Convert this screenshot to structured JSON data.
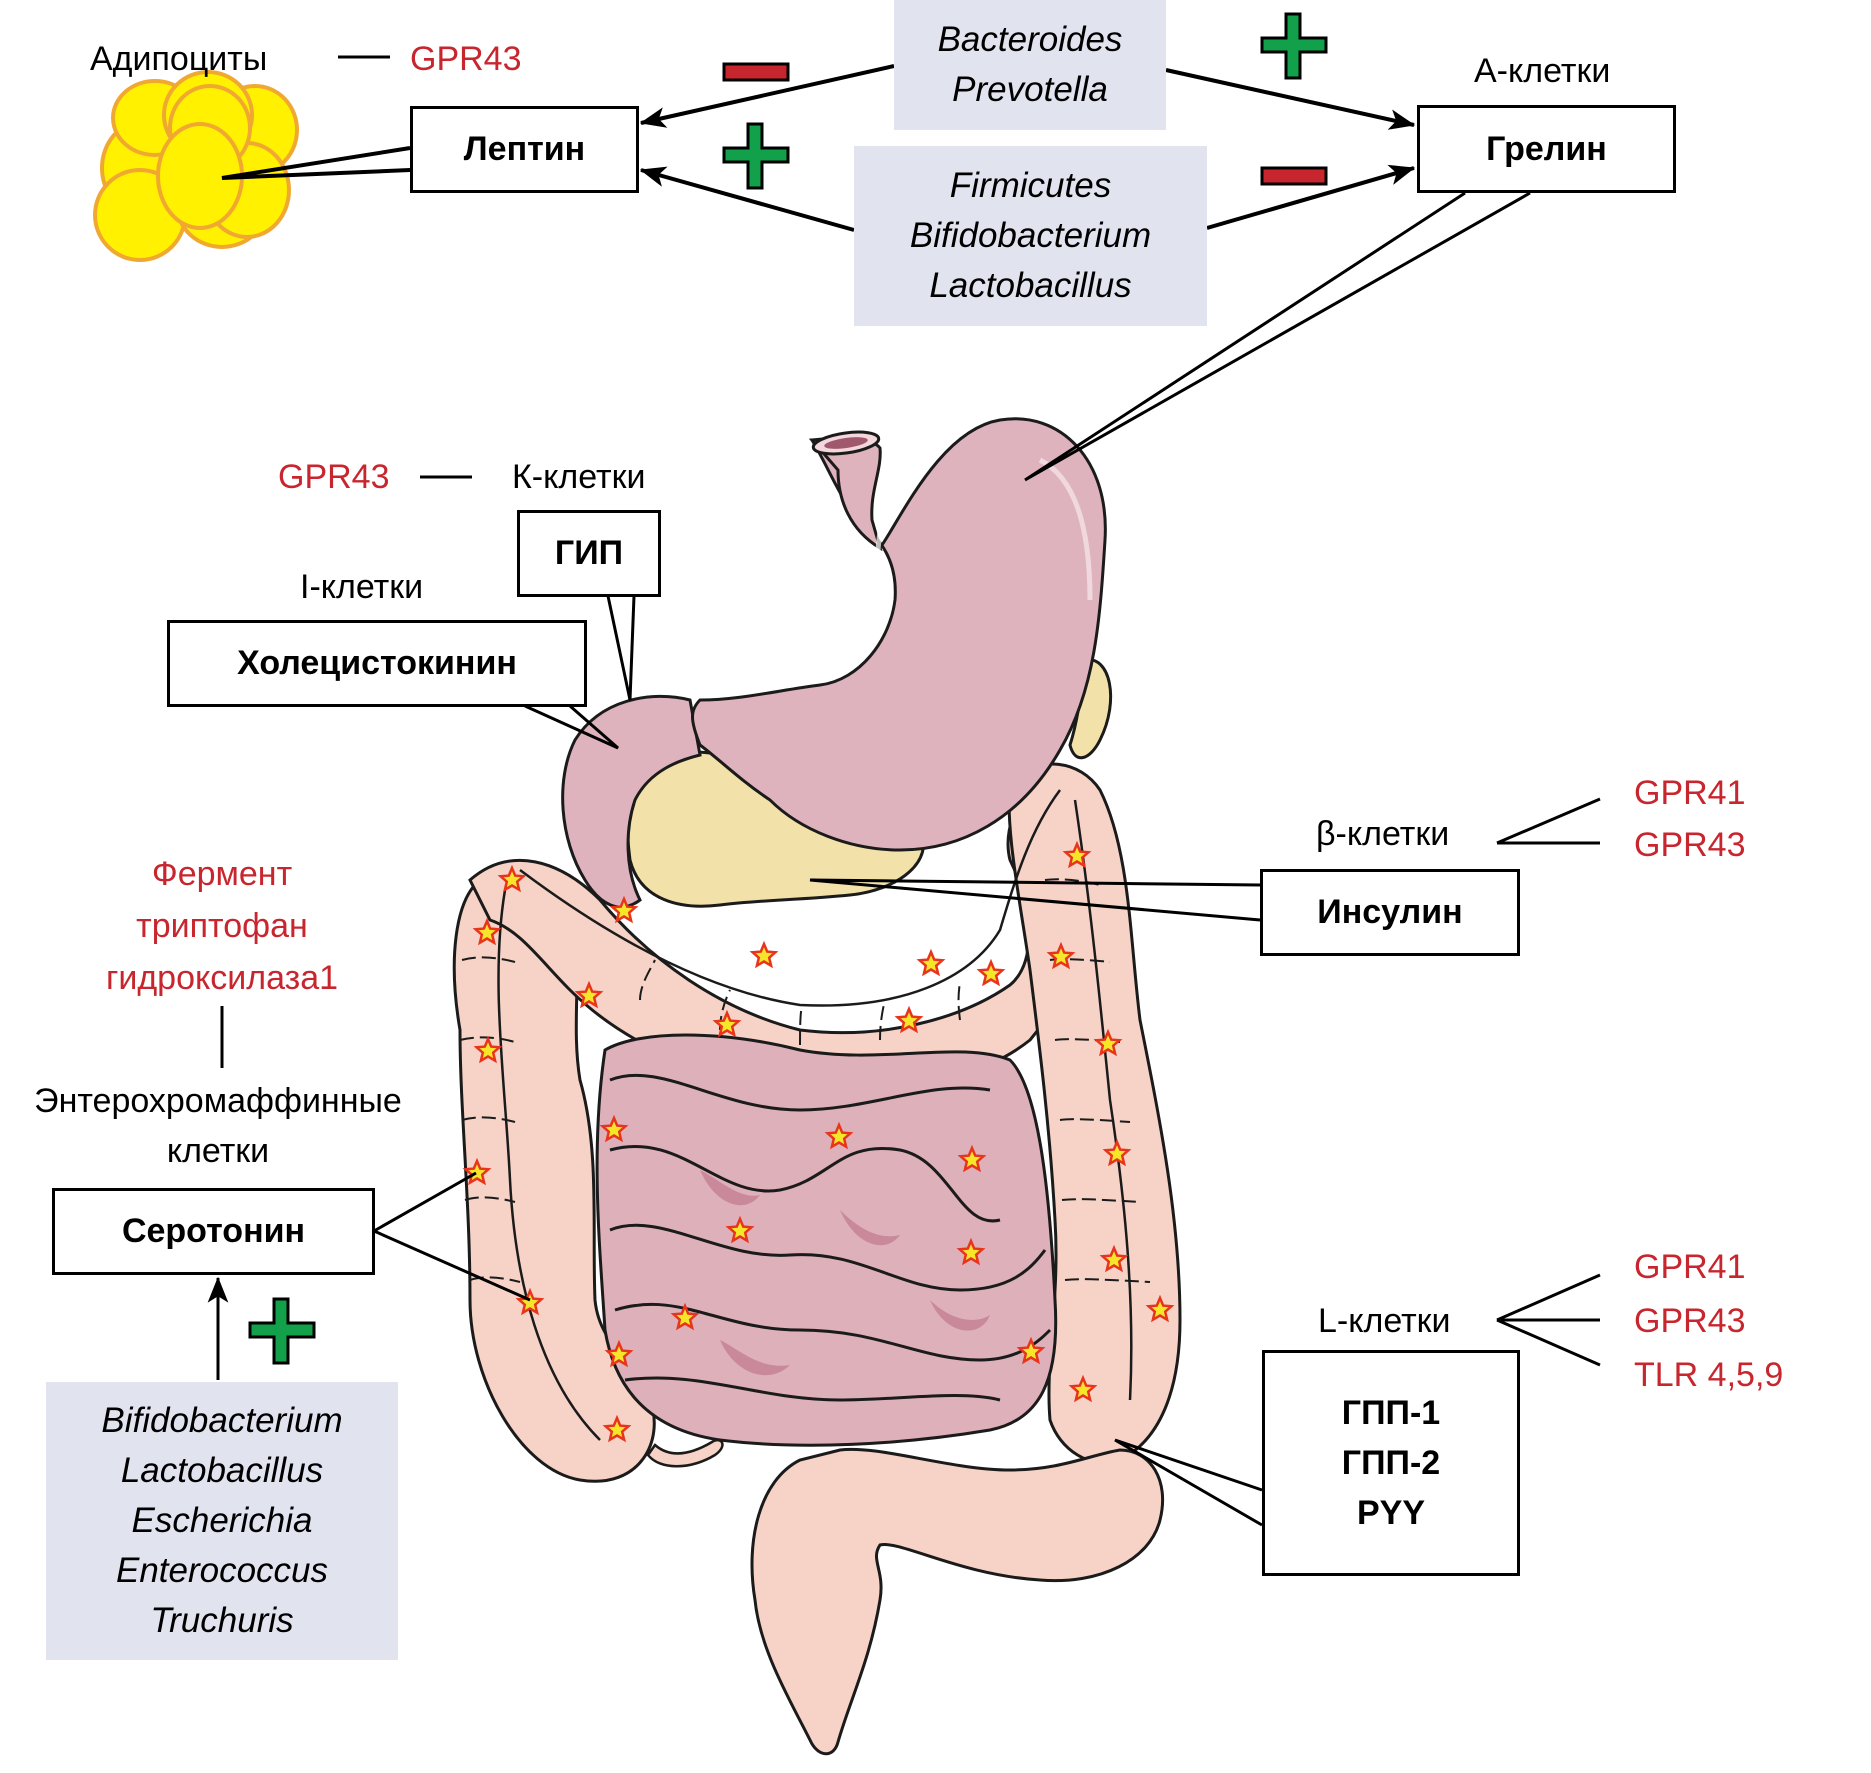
{
  "colors": {
    "receptor_red": "#c8262e",
    "plus_green": "#12a04a",
    "minus_red": "#c8262e",
    "bacteria_box_bg": "#e1e3ef",
    "adipocyte_fill": "#fff100",
    "adipocyte_stroke": "#f0a830",
    "stomach": "#dfb3bd",
    "pancreas": "#f3e1aa",
    "colon": "#f6d3c6",
    "small_intestine": "#ddb0ba",
    "marker_star_fill": "#f5e62a",
    "marker_star_stroke": "#e8341c"
  },
  "top": {
    "adipocytes_label": "Адипоциты",
    "adipocytes_receptor": "GPR43",
    "adipocytes_icon": "fat-cells-icon",
    "leptin_label": "Лептин",
    "ghrelin_cells_label": "А-клетки",
    "ghrelin_label": "Грелин",
    "bacteria_group_1": [
      "Bacteroides",
      "Prevotella"
    ],
    "bacteria_group_2": [
      "Firmicutes",
      "Bifidobacterium",
      "Lactobacillus"
    ],
    "effects": {
      "group1_on_leptin": "−",
      "group2_on_leptin": "+",
      "group1_on_ghrelin": "+",
      "group2_on_ghrelin": "−"
    }
  },
  "upper_gi": {
    "gip_receptor": "GPR43",
    "gip_cells_label": "К-клетки",
    "gip_label": "ГИП",
    "cck_cells_label": "I-клетки",
    "cck_label": "Холецистокинин"
  },
  "serotonin": {
    "enzyme_lines": [
      "Фермент",
      "триптофан",
      "гидроксилаза1"
    ],
    "cells_lines": [
      "Энтерохромаффинные",
      "клетки"
    ],
    "hormone_label": "Серотонин",
    "effect": "+",
    "bacteria": [
      "Bifidobacterium",
      "Lactobacillus",
      "Escherichia",
      "Enterococcus",
      "Truchuris"
    ]
  },
  "insulin": {
    "cells_label": "β-клетки",
    "receptors": [
      "GPR41",
      "GPR43"
    ],
    "hormone_label": "Инсулин"
  },
  "l_cells": {
    "cells_label": "L-клетки",
    "receptors": [
      "GPR41",
      "GPR43",
      "TLR 4,5,9"
    ],
    "hormones": [
      "ГПП-1",
      "ГПП-2",
      "PYY"
    ]
  },
  "anatomy": {
    "organs": [
      "stomach",
      "esophagus",
      "duodenum",
      "pancreas",
      "spleen",
      "small-intestine",
      "colon",
      "rectum",
      "appendix"
    ],
    "marker_icon": "star-marker-icon"
  }
}
